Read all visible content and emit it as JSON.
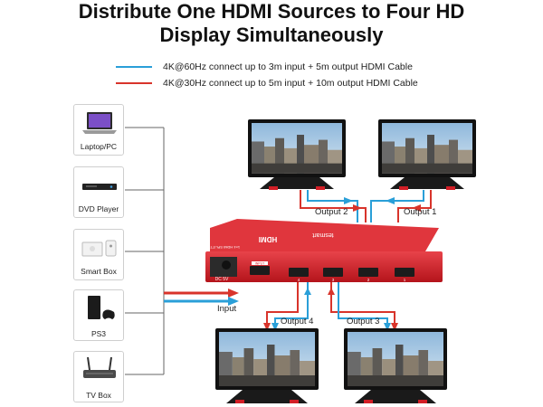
{
  "title_line1": "Distribute One HDMI Sources to Four HD",
  "title_line2": "Display Simultaneously",
  "legend": [
    {
      "text": "4K@60Hz connect up to 3m input + 5m output HDMI Cable",
      "color": "#2a9fd8"
    },
    {
      "text": "4K@30Hz connect up to 5m input + 10m output HDMI Cable",
      "color": "#d8342b"
    }
  ],
  "sources": [
    {
      "label": "Laptop/PC",
      "icon": "laptop-icon"
    },
    {
      "label": "DVD Player",
      "icon": "dvd-player-icon"
    },
    {
      "label": "Smart Box",
      "icon": "smart-box-icon"
    },
    {
      "label": "PS3",
      "icon": "ps3-icon"
    },
    {
      "label": "TV Box",
      "icon": "tv-box-icon"
    }
  ],
  "labels": {
    "input": "Input",
    "output1": "Output 1",
    "output2": "Output 2",
    "output3": "Output 3",
    "output4": "Output 4"
  },
  "device": {
    "brand": "HDMI",
    "logo": "tesmart",
    "model": "1×4 HDMI SPLITTER",
    "power": "DC 5V",
    "port_input": "INPUT",
    "port_numbers": [
      "4",
      "3",
      "2",
      "1"
    ]
  },
  "colors": {
    "blue": "#2a9fd8",
    "red": "#d8342b",
    "device": "#d21e26"
  }
}
